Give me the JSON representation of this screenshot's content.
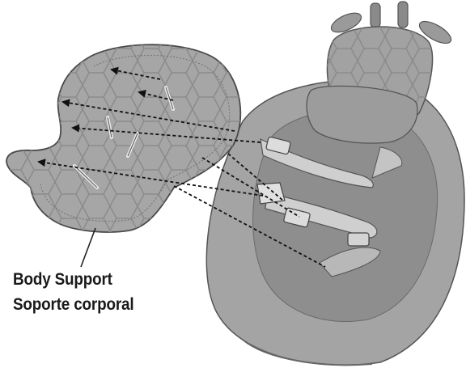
{
  "callout": {
    "label_en": "Body Support",
    "label_es": "Soporte corporal"
  },
  "colors": {
    "fabric_light": "#a8a8a8",
    "fabric_mid": "#9a9a9a",
    "fabric_dark": "#7e7e7e",
    "outline": "#4a4a4a",
    "strap": "#c9c9c9",
    "arrow": "#111111"
  },
  "icons": [
    "body-support-pad",
    "rocker-seat",
    "giraffe-headrest",
    "harness-strap",
    "buckle",
    "alignment-arrow"
  ]
}
